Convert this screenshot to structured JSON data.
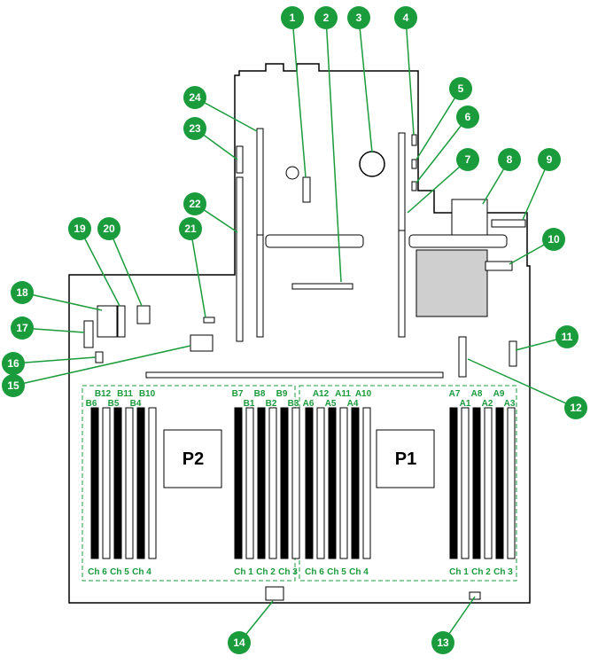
{
  "callouts": [
    "1",
    "2",
    "3",
    "4",
    "5",
    "6",
    "7",
    "8",
    "9",
    "10",
    "11",
    "12",
    "13",
    "14",
    "15",
    "16",
    "17",
    "18",
    "19",
    "20",
    "21",
    "22",
    "23",
    "24"
  ],
  "processors": {
    "p2": "P2",
    "p1": "P1"
  },
  "dimm_labels": {
    "p2_top": [
      "B12",
      "B11",
      "B10",
      "B7",
      "B8",
      "B9"
    ],
    "p2_bottom": [
      "B6",
      "B5",
      "B4",
      "B1",
      "B2",
      "B3"
    ],
    "p1_top": [
      "A12",
      "A11",
      "A10",
      "A7",
      "A8",
      "A9"
    ],
    "p1_bottom": [
      "A6",
      "A5",
      "A4",
      "A1",
      "A2",
      "A3"
    ]
  },
  "channels": {
    "p2_left": [
      "Ch 6",
      "Ch 5",
      "Ch 4"
    ],
    "p2_right": [
      "Ch 1",
      "Ch 2",
      "Ch 3"
    ],
    "p1_left": [
      "Ch 6",
      "Ch 5",
      "Ch 4"
    ],
    "p1_right": [
      "Ch 1",
      "Ch 2",
      "Ch 3"
    ]
  },
  "colors": {
    "callout": "#1a9b3c",
    "dimm_label": "#1a9b3c",
    "board_line": "#000000"
  }
}
